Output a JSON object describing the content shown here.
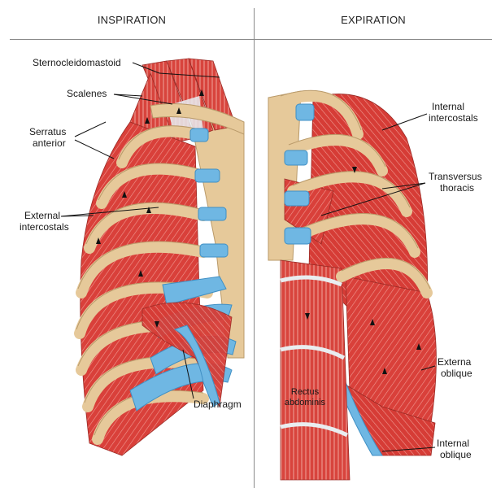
{
  "headers": {
    "left": "INSPIRATION",
    "right": "EXPIRATION"
  },
  "labels": {
    "sternocleidomastoid": "Sternocleidomastoid",
    "scalenes": "Scalenes",
    "serratus_line1": "Serratus",
    "serratus_line2": "anterior",
    "external_ic_line1": "External",
    "external_ic_line2": "intercostals",
    "diaphragm": "Diaphragm",
    "internal_ic_line1": "Internal",
    "internal_ic_line2": "intercostals",
    "transversus_line1": "Transversus",
    "transversus_line2": "thoracis",
    "external_oblique_line1": "Externa",
    "external_oblique_line2": "oblique",
    "internal_oblique_line1": "Internal",
    "internal_oblique_line2": "oblique",
    "rectus_line1": "Rectus",
    "rectus_line2": "abdominis"
  },
  "colors": {
    "muscle": "#d9403a",
    "muscle_dark": "#b8302c",
    "bone": "#e6c99a",
    "bone_edge": "#b99a6a",
    "cartilage": "#6fb7e3",
    "cartilage_dark": "#3f8fc4",
    "tendon": "#eef3f5"
  }
}
